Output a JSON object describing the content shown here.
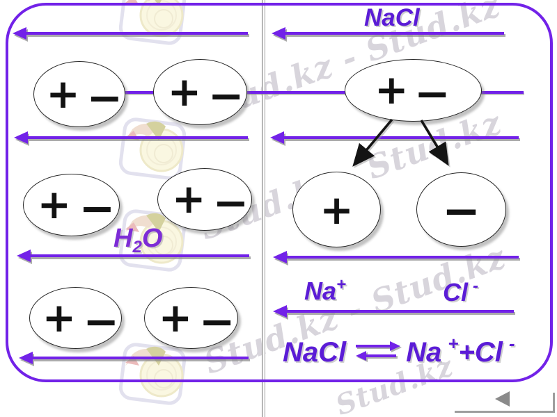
{
  "slide": {
    "section_right_title": "NaCl",
    "h2o_label": {
      "h": "H",
      "sub": "2",
      "o": "O"
    },
    "cation_label": {
      "text": "Na",
      "sup": "+"
    },
    "anion_label": {
      "text": "Cl",
      "sup": "-"
    },
    "equation": {
      "reactant": "NaCl",
      "product_na": "Na",
      "product_na_sup": "+",
      "plus_cl": "+Cl",
      "product_cl_sup": "-"
    }
  },
  "signs": {
    "positive": "+",
    "negative": "−"
  },
  "watermarks": {
    "stripe_top": "Stud.kz - Stud.kz",
    "stripe_middle": "Stud.kz - Stud.kz",
    "stripe_lower": "Stud.kz - Stud.kz",
    "stripe_bottom": "Stud.kz"
  },
  "icons": {
    "nav_back": "left-arrow-triangle",
    "equilibrium": "double-half-arrows",
    "logo": "stud-kz-bird-logo"
  },
  "colors": {
    "accent_purple": "#7222e8",
    "label_purple": "#5b1cd6",
    "h2o_purple": "#7d2cd6",
    "sign_black": "#121212",
    "divider_gray": "#6a6a6a",
    "nav_gray": "#9e9e9e",
    "watermark_gray": "#b2acba"
  }
}
